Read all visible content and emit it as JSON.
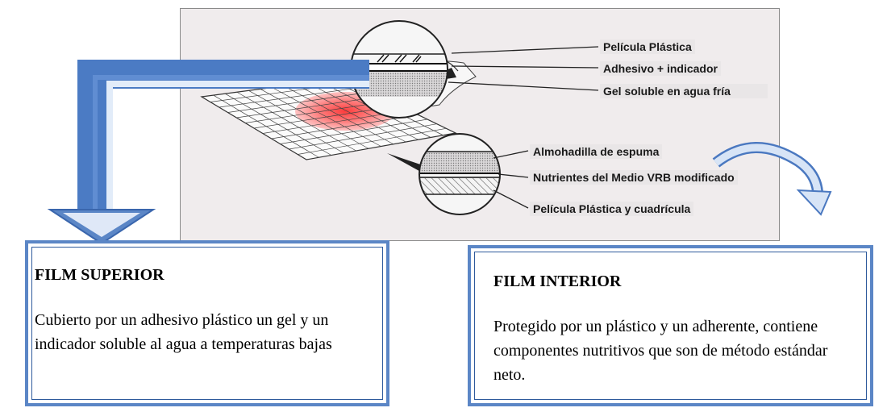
{
  "diagram": {
    "callouts_top": {
      "film": "Película Plástica",
      "adhesive": "Adhesivo + indicador",
      "gel": "Gel soluble en agua fría"
    },
    "callouts_bottom": {
      "foam": "Almohadilla de espuma",
      "nutrients": "Nutrientes del Medio VRB modificado",
      "grid_film": "Película Plástica y cuadrícula"
    }
  },
  "boxes": {
    "superior": {
      "title": "FILM SUPERIOR",
      "body": "Cubierto por un adhesivo plástico un gel y un indicador soluble  al agua a temperaturas bajas"
    },
    "interior": {
      "title": "FILM INTERIOR",
      "body": "Protegido por un plástico y un adherente, contiene componentes nutritivos que son de método estándar neto."
    }
  },
  "colors": {
    "arrow_blue": "#5b86c6",
    "box_border": "#2e5a9c",
    "red_spot": "#ff5a5a",
    "panel_bg": "#f0eced"
  }
}
